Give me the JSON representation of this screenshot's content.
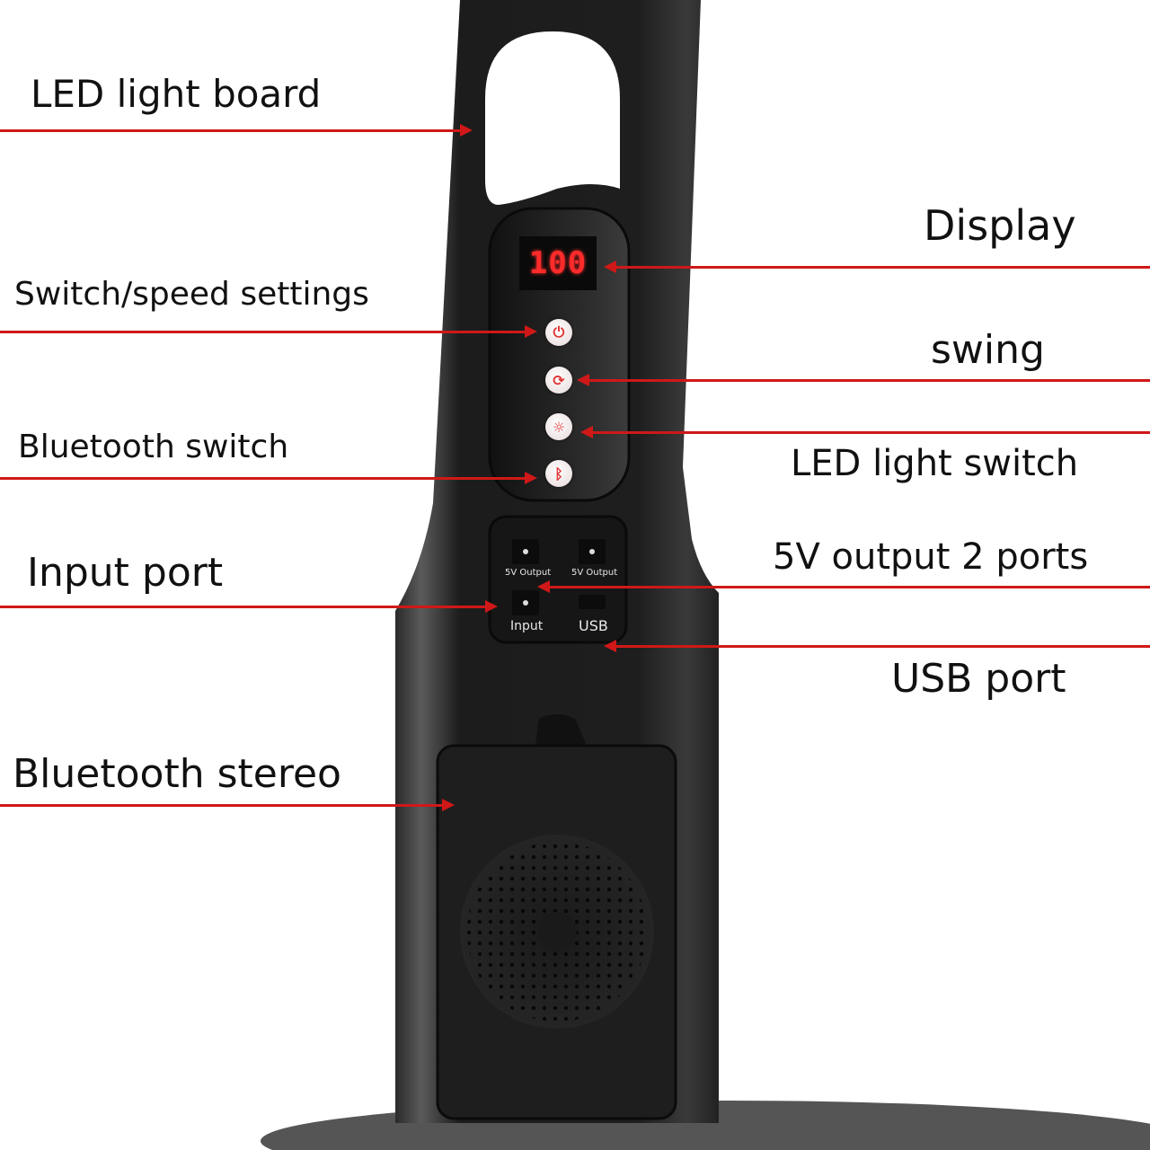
{
  "display": {
    "value": "100"
  },
  "labels": {
    "led_light_board": "LED light board",
    "switch_speed": "Switch/speed settings",
    "bluetooth_switch": "Bluetooth switch",
    "input_port": "Input port",
    "bluetooth_stereo": "Bluetooth stereo",
    "display": "Display",
    "swing": "swing",
    "led_light_switch": "LED light switch",
    "output_ports": "5V output 2 ports",
    "usb_port": "USB port"
  },
  "ports": {
    "output_1": "5V Output",
    "output_2": "5V Output",
    "input": "Input",
    "usb": "USB"
  },
  "icons": {
    "power": "⏻",
    "swing": "⟳",
    "led": "☼",
    "bluetooth": "ᛒ"
  },
  "colors": {
    "arrow": "#d01818",
    "body": "#1c1c1c",
    "display_digits": "#ff2a2a"
  }
}
